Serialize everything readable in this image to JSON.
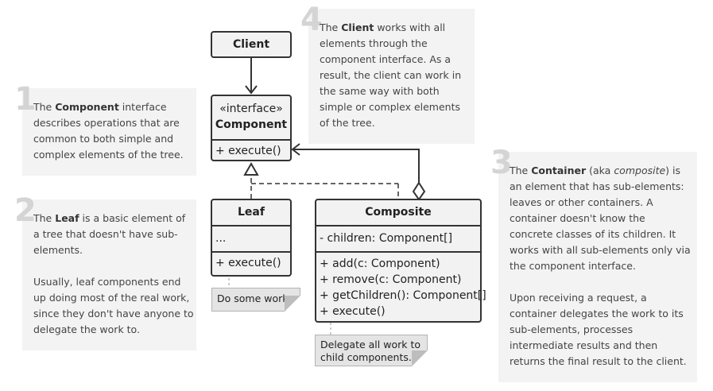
{
  "notes": {
    "n1": {
      "num": "1",
      "pre": "The ",
      "bold": "Component",
      "post": " interface describes operations that are common to both simple and complex elements of the tree."
    },
    "n2": {
      "num": "2",
      "pre": "The ",
      "bold": "Leaf",
      "post": " is a basic element of a tree that doesn't have sub-elements.",
      "para2": "Usually, leaf components end up doing most of the real work, since they don't have anyone to delegate the work to."
    },
    "n3": {
      "num": "3",
      "pre": "The ",
      "bold": "Container",
      "mid": " (aka ",
      "italic": "composite",
      "post": ") is an element that has sub-elements: leaves or other containers. A container doesn't know the concrete classes of its children. It works with all sub-elements only via the component interface.",
      "para2": "Upon receiving a request, a container delegates the work to its sub-elements, processes intermediate results and then returns the final result to the client."
    },
    "n4": {
      "num": "4",
      "pre": "The ",
      "bold": "Client",
      "post": " works with all elements through the component interface. As a result, the client can work in the same way with both simple or complex elements of the tree."
    }
  },
  "client": {
    "title": "Client"
  },
  "component": {
    "stereotype": "«interface»",
    "title": "Component",
    "method": "+ execute()"
  },
  "leaf": {
    "title": "Leaf",
    "field": "...",
    "method": "+ execute()"
  },
  "composite": {
    "title": "Composite",
    "field": "- children: Component[]",
    "methods": [
      "+ add(c: Component)",
      "+ remove(c: Component)",
      "+ getChildren(): Component[]",
      "+ execute()"
    ]
  },
  "stickies": {
    "leaf": "Do some work.",
    "composite_l1": "Delegate all work to",
    "composite_l2": "child components."
  },
  "colors": {
    "box_fill": "#f2f2f2",
    "border": "#333333",
    "note_bg": "#f3f3f3",
    "number": "#d4d4d4"
  }
}
